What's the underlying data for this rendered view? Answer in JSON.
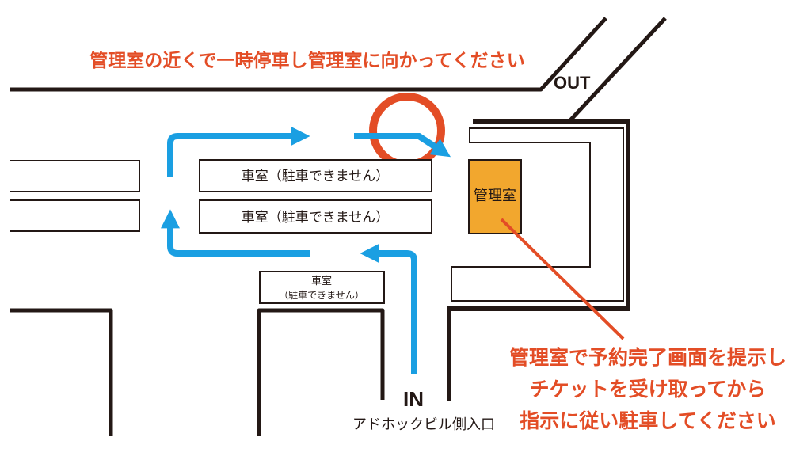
{
  "colors": {
    "line_black": "#231815",
    "route_blue": "#1A9FE2",
    "accent_red": "#E34D26",
    "office_fill": "#F2A72E"
  },
  "map": {
    "top_instruction": "管理室の近くで一時停車し管理室に向かってください",
    "out_label": "OUT",
    "in_label": "IN",
    "entrance_caption": "アドホックビル側入口",
    "office_label": "管理室",
    "stalls": {
      "row_label": "車室（駐車できません）",
      "small_label_line1": "車室",
      "small_label_line2": "（駐車できません）"
    },
    "bottom_instruction": {
      "line1": "管理室で予約完了画面を提示し",
      "line2": "チケットを受け取ってから",
      "line3": "指示に従い駐車してください"
    }
  }
}
